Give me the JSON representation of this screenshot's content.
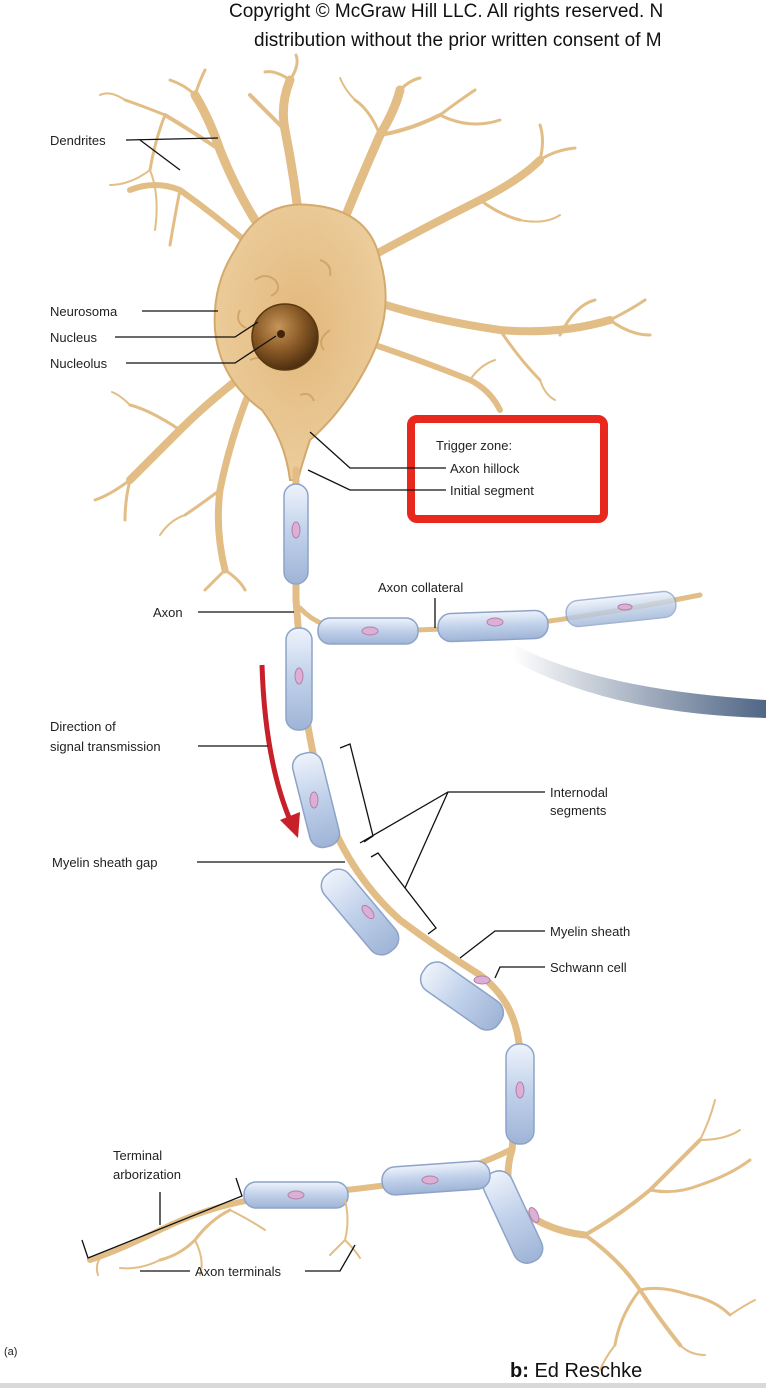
{
  "header": {
    "copyright_line1": "Copyright © McGraw Hill LLC. All rights reserved. N",
    "copyright_line2": "distribution without the prior written consent of M"
  },
  "labels": {
    "dendrites": "Dendrites",
    "neurosoma": "Neurosoma",
    "nucleus": "Nucleus",
    "nucleolus": "Nucleolus",
    "trigger_zone": "Trigger zone:",
    "axon_hillock": "Axon hillock",
    "initial_segment": "Initial segment",
    "axon_collateral": "Axon collateral",
    "axon": "Axon",
    "direction_line1": "Direction of",
    "direction_line2": "signal transmission",
    "internodal_line1": "Internodal",
    "internodal_line2": "segments",
    "myelin_gap": "Myelin sheath gap",
    "myelin_sheath": "Myelin sheath",
    "schwann_cell": "Schwann cell",
    "terminal_line1": "Terminal",
    "terminal_line2": "arborization",
    "axon_terminals": "Axon terminals",
    "panel": "(a)"
  },
  "credit": {
    "prefix": "b:",
    "name": "Ed Reschke"
  },
  "colors": {
    "neuron": "#e8c48c",
    "neuron_outline": "#c79a5a",
    "nucleus": "#7a4e1f",
    "myelin": "#c9d8ee",
    "myelin_outline": "#8da3c8",
    "highlight_box": "#e8281c",
    "signal_arrow": "#c8202b"
  }
}
